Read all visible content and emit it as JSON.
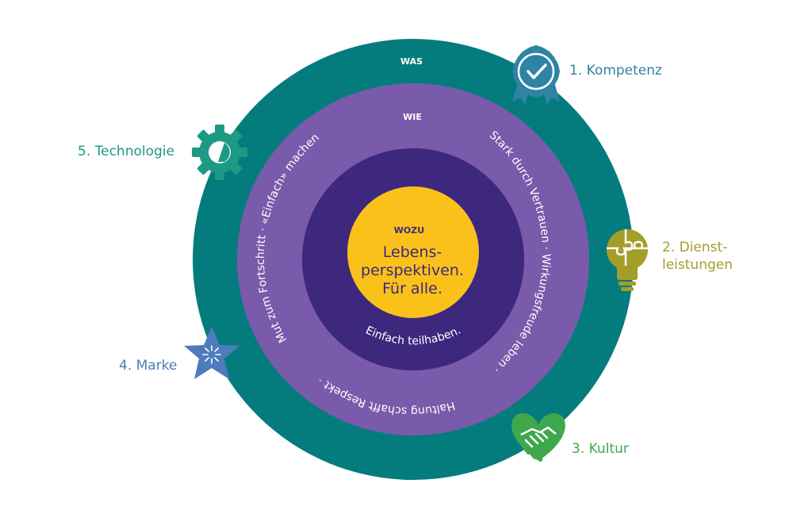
{
  "colors": {
    "outer_ring": "#047c7e",
    "middle_ring": "#7a5aaa",
    "inner_ring": "#3d287e",
    "core": "#fac11a",
    "kompetenz": "#2f83a3",
    "dienstleistungen": "#a49d2a",
    "kultur": "#3fa74d",
    "marke": "#4e7bbb",
    "technologie": "#1d9a84",
    "ring_text": "#ffffff",
    "core_text": "#3d287e"
  },
  "rings": {
    "was": "WAS",
    "wie": "WIE",
    "wozu": "WOZU"
  },
  "core": {
    "line1": "Lebens-",
    "line2": "perspektiven.",
    "line3": "Für alle."
  },
  "inner_arc_text": "Einfach teilhaben.",
  "middle_arc_text": {
    "right": "Stark durch Vertrauen · Wirkungsfreude leben ·",
    "bottom": "Haltung schafft Respekt ·",
    "left": "Mut zum Fortschritt · «Einfach» machen"
  },
  "categories": [
    {
      "label": "1. Kompetenz",
      "icon": "award-badge-icon"
    },
    {
      "label": "2. Dienst-",
      "label2": "leistungen",
      "icon": "puzzle-bulb-icon"
    },
    {
      "label": "3. Kultur",
      "icon": "handshake-heart-icon"
    },
    {
      "label": "4. Marke",
      "icon": "star-icon"
    },
    {
      "label": "5. Technologie",
      "icon": "gear-icon"
    }
  ]
}
